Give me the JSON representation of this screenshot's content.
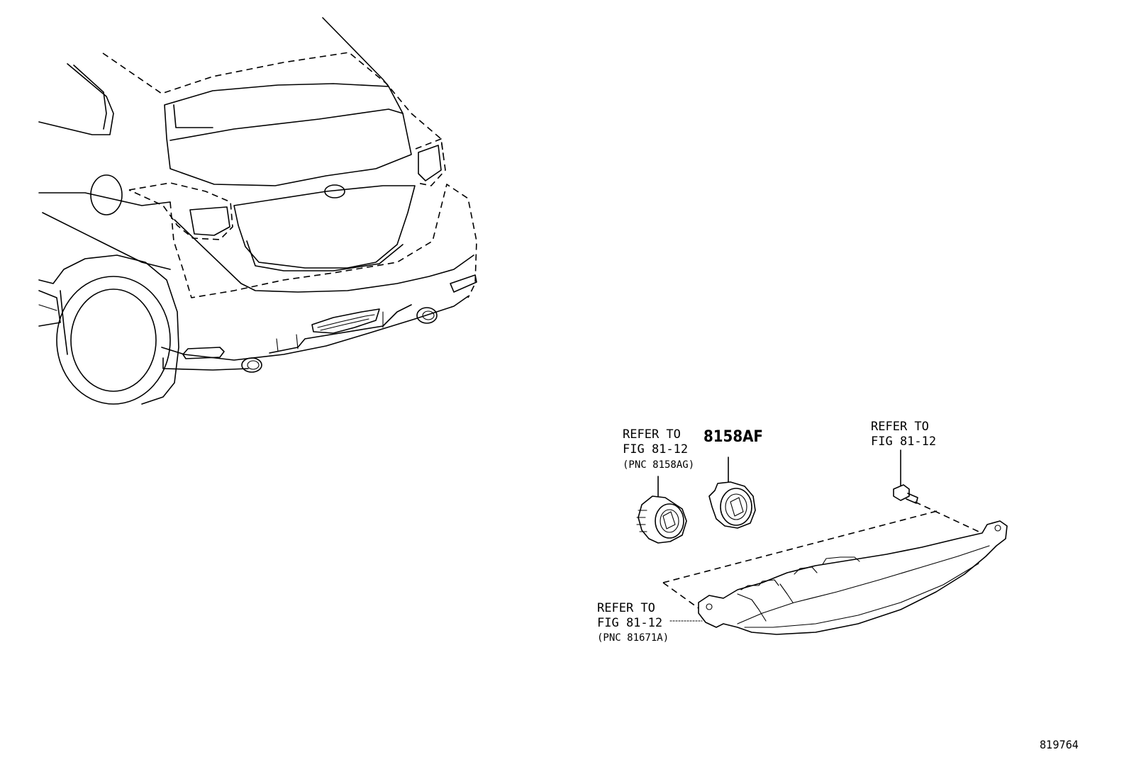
{
  "diagram": {
    "drawing_number": "819764",
    "callouts": [
      {
        "id": "left-socket",
        "lines": [
          "REFER TO",
          "FIG 81-12",
          "(PNC 8158AG)"
        ]
      },
      {
        "id": "part-8158af",
        "lines": [
          "8158AF"
        ]
      },
      {
        "id": "screw",
        "lines": [
          "REFER TO",
          "FIG 81-12"
        ]
      },
      {
        "id": "lamp",
        "lines": [
          "REFER TO",
          "FIG 81-12",
          "(PNC 81671A)"
        ]
      }
    ]
  }
}
